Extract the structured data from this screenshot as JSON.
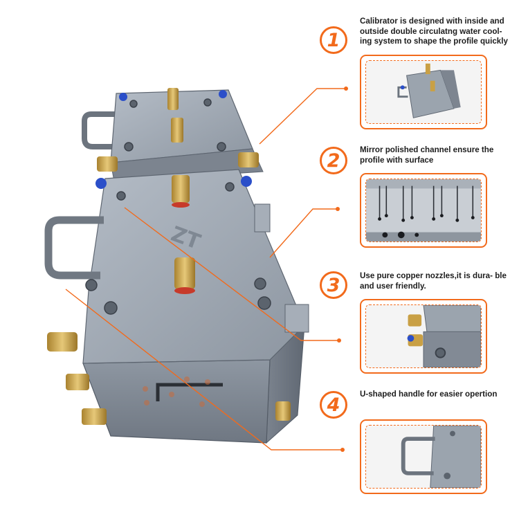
{
  "brand": {
    "logo": "ZT"
  },
  "features": [
    {
      "number": "1",
      "text": "Calibrator is designed with inside and outside double circulatng water cool- ing system to shape the profile quickly",
      "icon": "water-cooling-detail-photo"
    },
    {
      "number": "2",
      "text": "Mirror polished channel ensure the profile with surface",
      "icon": "polished-channel-detail-photo"
    },
    {
      "number": "3",
      "text": "Use pure copper nozzles,it is dura- ble and user friendly.",
      "icon": "copper-nozzle-detail-photo"
    },
    {
      "number": "4",
      "text": "U-shaped handle for easier opertion",
      "icon": "u-handle-detail-photo"
    }
  ],
  "colors": {
    "accent": "#f26a1b",
    "steel": "#9aa3ae",
    "brass": "#c9a045"
  }
}
